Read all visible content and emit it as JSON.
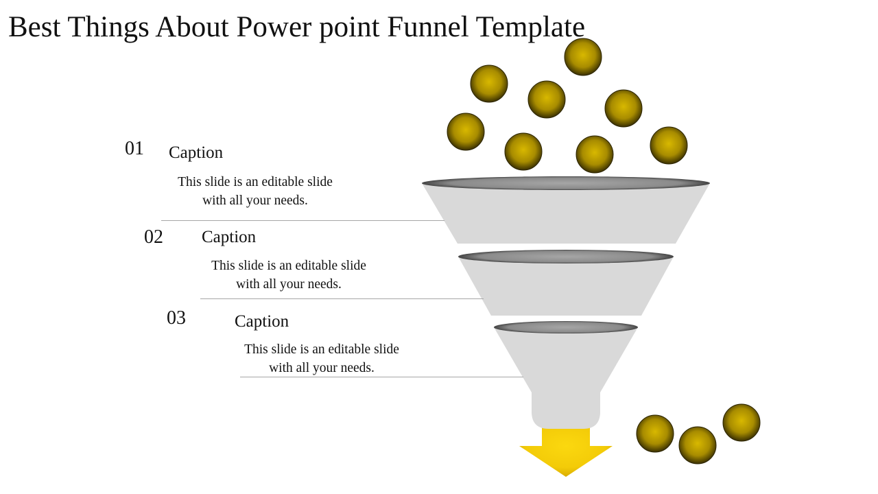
{
  "title": "Best Things About Power point Funnel Template",
  "items": [
    {
      "number": "01",
      "caption": "Caption",
      "text": "This slide is an editable slide with all your needs."
    },
    {
      "number": "02",
      "caption": "Caption",
      "text": "This slide is an editable slide with all your needs."
    },
    {
      "number": "03",
      "caption": "Caption",
      "text": "This slide is an editable slide with all your needs."
    }
  ],
  "colors": {
    "ball": "#c9a800",
    "funnel": "#d9d9d9",
    "arrow": "#f7d10e"
  }
}
